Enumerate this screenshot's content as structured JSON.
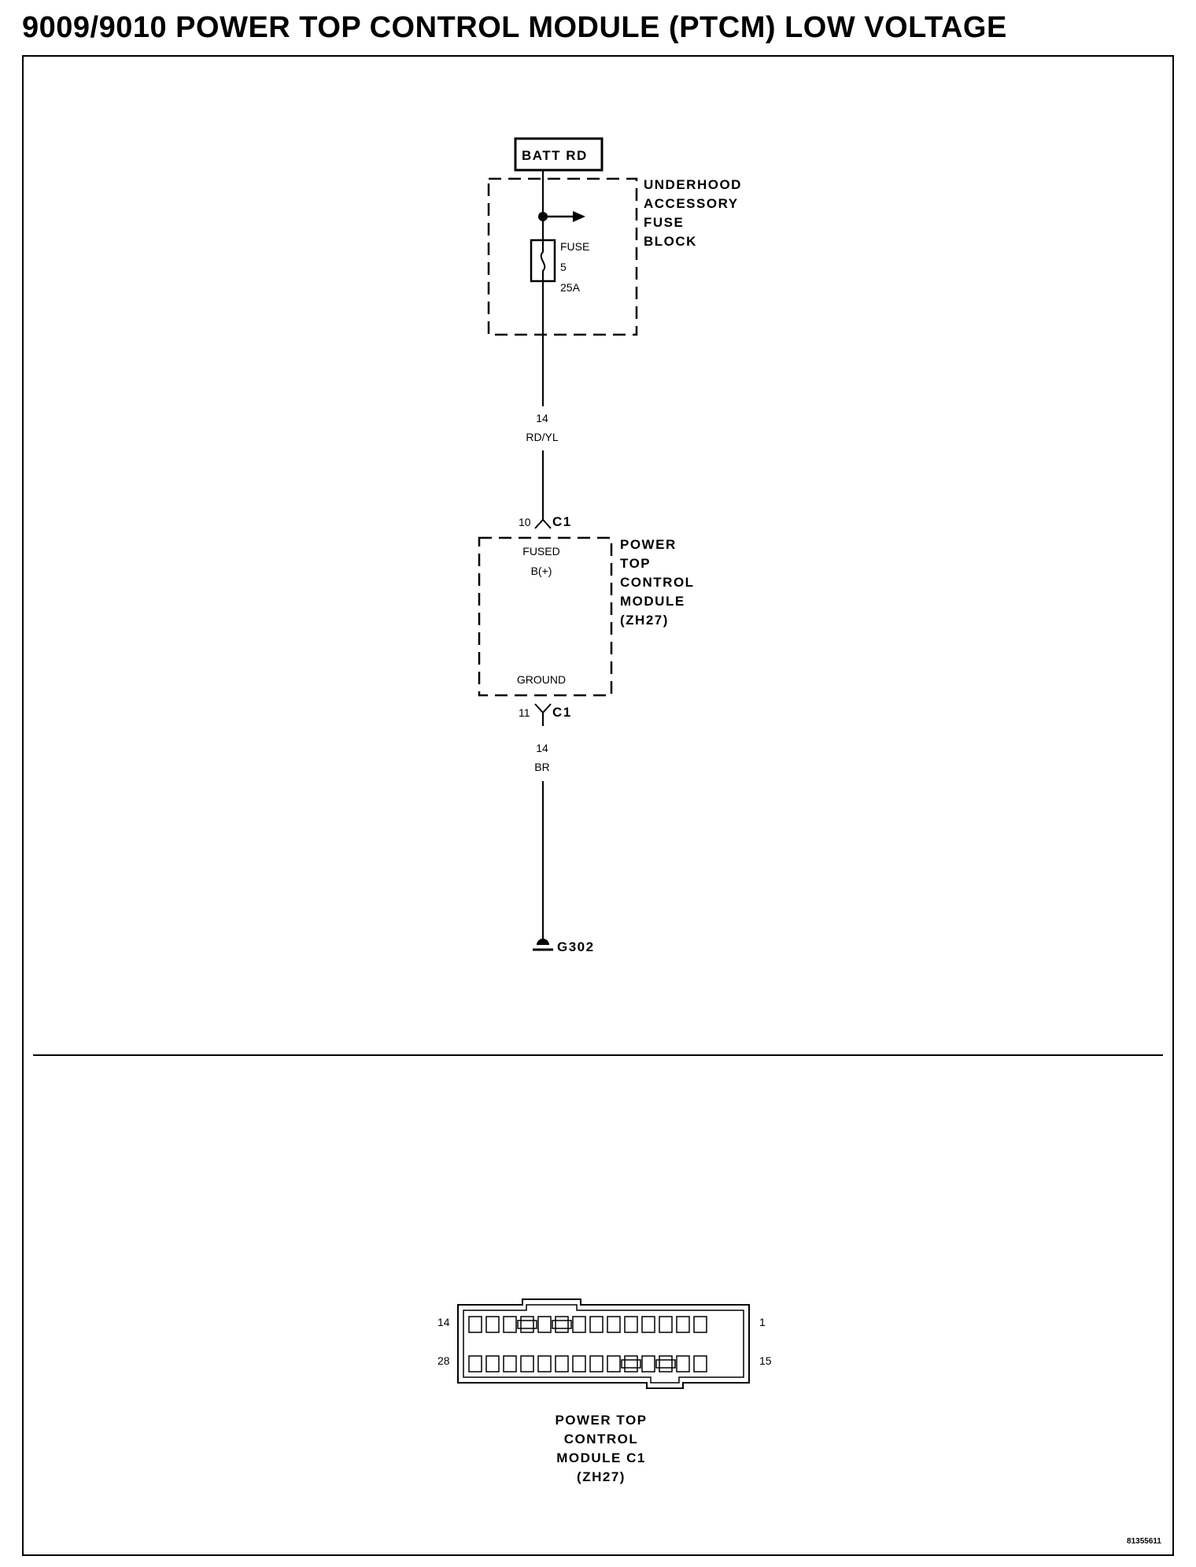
{
  "title": "9009/9010 POWER TOP CONTROL MODULE (PTCM) LOW VOLTAGE",
  "batt_label": "BATT RD",
  "fuse_block": {
    "name_lines": [
      "UNDERHOOD",
      "ACCESSORY",
      "FUSE",
      "BLOCK"
    ],
    "fuse_lines": [
      "FUSE",
      "5",
      "25A"
    ]
  },
  "wire_power": {
    "gauge": "14",
    "color": "RD/YL"
  },
  "module": {
    "name_lines": [
      "POWER",
      "TOP",
      "CONTROL",
      "MODULE",
      "(ZH27)"
    ],
    "pin_top": {
      "number": "10",
      "connector": "C1"
    },
    "pin_bottom": {
      "number": "11",
      "connector": "C1"
    },
    "fused_lines": [
      "FUSED",
      "B(+)"
    ],
    "ground_label": "GROUND"
  },
  "wire_ground": {
    "gauge": "14",
    "color": "BR"
  },
  "ground_point": "G302",
  "connector_view": {
    "pin_top_left": "14",
    "pin_top_right": "1",
    "pin_bottom_left": "28",
    "pin_bottom_right": "15",
    "caption_lines": [
      "POWER TOP",
      "CONTROL",
      "MODULE C1",
      "(ZH27)"
    ]
  },
  "figure_id": "81355611"
}
